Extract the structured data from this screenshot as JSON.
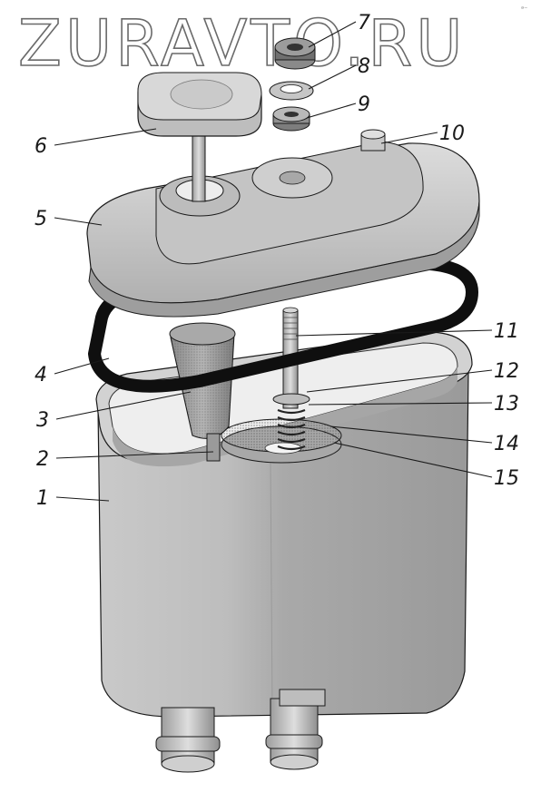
{
  "watermark": "ZURAVTO.RU",
  "corner_mark": "ᵃ⁻",
  "colors": {
    "ink": "#1a1a1a",
    "metal_light": "#d9d9d9",
    "metal_mid": "#b8b8b8",
    "metal_dark": "#8c8c8c",
    "gasket": "#0f0f0f"
  },
  "callouts": [
    {
      "id": "1",
      "label": "1"
    },
    {
      "id": "2",
      "label": "2"
    },
    {
      "id": "3",
      "label": "3"
    },
    {
      "id": "4",
      "label": "4"
    },
    {
      "id": "5",
      "label": "5"
    },
    {
      "id": "6",
      "label": "6"
    },
    {
      "id": "7",
      "label": "7"
    },
    {
      "id": "8",
      "label": "8"
    },
    {
      "id": "9",
      "label": "9"
    },
    {
      "id": "10",
      "label": "10"
    },
    {
      "id": "11",
      "label": "11"
    },
    {
      "id": "12",
      "label": "12"
    },
    {
      "id": "13",
      "label": "13"
    },
    {
      "id": "14",
      "label": "14"
    },
    {
      "id": "15",
      "label": "15"
    }
  ]
}
